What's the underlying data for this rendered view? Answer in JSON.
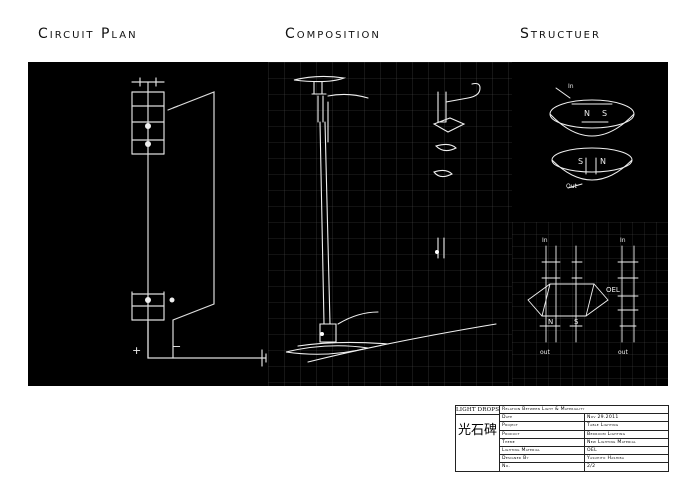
{
  "headings": {
    "circuit": "Circuit Plan",
    "composition": "Composition",
    "structure": "Structuer"
  },
  "sketch_labels": {
    "plus": "+",
    "minus": "−",
    "struct_in": "In",
    "struct_out": "Out",
    "n1": "N",
    "s1": "S",
    "s2": "S",
    "n2": "N",
    "in_a": "In",
    "in_b": "In",
    "oel": "OEL",
    "n3": "N",
    "s3": "S",
    "out_a": "out",
    "out_b": "out"
  },
  "title_block": {
    "logo": "LIGHT DROPS",
    "kanji": "光石碑",
    "header": "Relation Between Light & Materiality",
    "rows": [
      {
        "key": "Date",
        "value": "Nov 29.2011"
      },
      {
        "key": "Project",
        "value": "Table Lighting"
      },
      {
        "key": "Product",
        "value": "Bedroom Lighting"
      },
      {
        "key": "Theme",
        "value": "New Lighting Material"
      },
      {
        "key": "Lighting Material",
        "value": "OEL"
      },
      {
        "key": "Designed By",
        "value": "Yasuhito Hashiba"
      },
      {
        "key": "No.",
        "value": "2/2"
      }
    ]
  }
}
